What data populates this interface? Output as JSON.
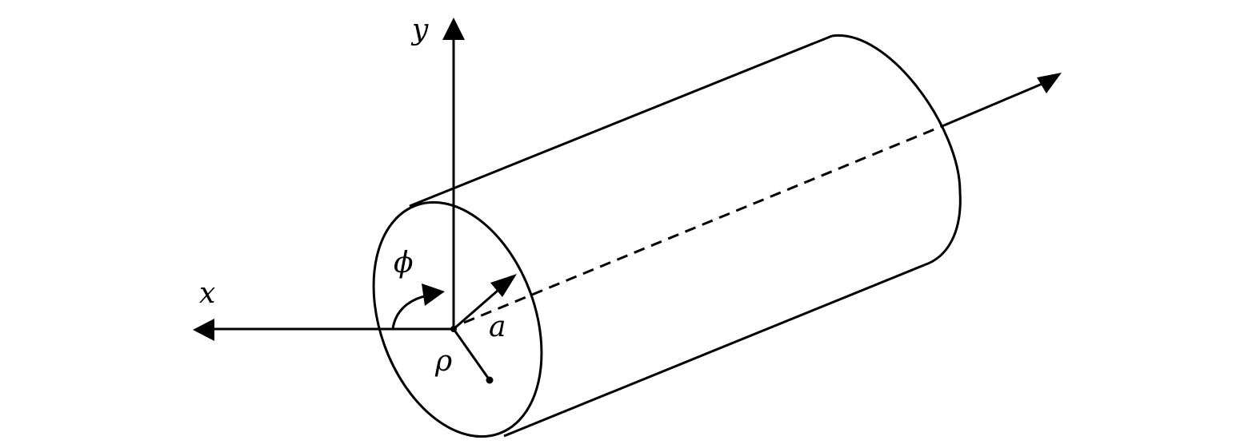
{
  "diagram": {
    "labels": {
      "x_axis": "x",
      "y_axis": "y",
      "azimuth": "ϕ",
      "radius": "a",
      "rho": "ρ"
    },
    "colors": {
      "stroke": "#000000",
      "background": "#ffffff"
    }
  }
}
